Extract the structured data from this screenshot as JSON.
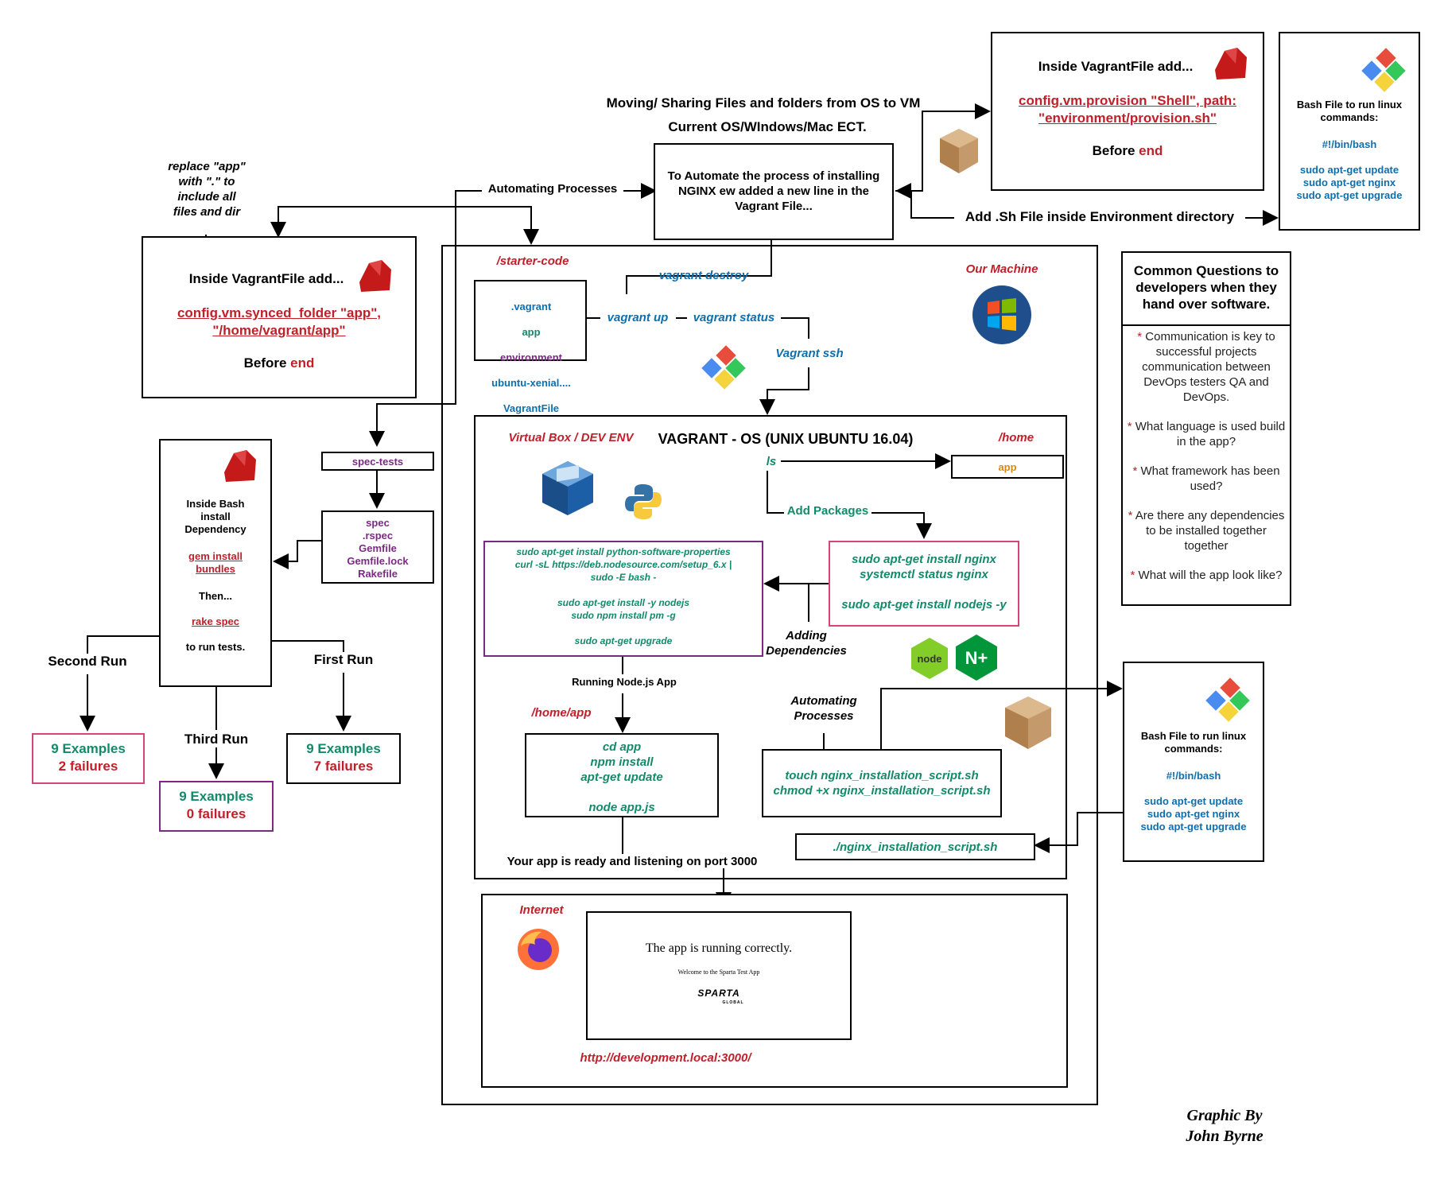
{
  "header": {
    "title_line1": "Moving/ Sharing Files and folders from OS to VM",
    "title_line2": "Current OS/WIndows/Mac ECT."
  },
  "automate_box": {
    "text": "To Automate the process of installing\nNGINX ew added a new line in the\nVagrant File..."
  },
  "automating_processes_label": "Automating Processes",
  "provision_box": {
    "heading": "Inside VagrantFile add...",
    "code": "config.vm.provision \"Shell\", path:\n\"environment/provision.sh\"",
    "footer_prefix": "Before ",
    "footer_keyword": "end"
  },
  "bash_top": {
    "heading": "Bash File to run linux\ncommands:",
    "shebang": "#!/bin/bash",
    "commands": "sudo apt-get update\nsudo apt-get nginx\nsudo apt-get upgrade"
  },
  "add_sh_label": "Add .Sh File inside Environment directory",
  "replace_note": "replace \"app\"\nwith \".\" to\ninclude all\nfiles and dir",
  "synced_box": {
    "heading": "Inside VagrantFile add...",
    "code": "config.vm.synced_folder \"app\",\n\"/home/vagrant/app\"",
    "footer_prefix": "Before ",
    "footer_keyword": "end"
  },
  "machine": {
    "starter_code": "/starter-code",
    "our_machine": "Our Machine",
    "files": [
      ".vagrant",
      "app",
      "environment",
      "ubuntu-xenial....",
      "VagrantFile"
    ],
    "vagrant_destroy": "vagrant destroy",
    "vagrant_up": "vagrant up",
    "vagrant_status": "vagrant status",
    "vagrant_ssh": "Vagrant ssh"
  },
  "questions": {
    "title": "Common Questions to\ndevelopers when they\nhand over software.",
    "items": [
      "Communication is key to successful projects communication between DevOps testers QA and DevOps.",
      "What language is used build in the app?",
      "What framework has been used?",
      "Are there any dependencies to be installed together together",
      "What will the app look like?"
    ],
    "bullet": "*"
  },
  "tests": {
    "spec_tests": "spec-tests",
    "spec_files": "spec\n.rspec\nGemfile\nGemfile.lock\nRakefile",
    "bash_dep_heading": "Inside Bash\ninstall\nDependency",
    "gem_install": "gem install\nbundles",
    "then": "Then...",
    "rake_spec": "rake spec",
    "to_run": "to run tests.",
    "second_run": "Second Run",
    "third_run": "Third Run",
    "first_run": "First Run",
    "second_result": {
      "examples": "9 Examples",
      "failures": "2 failures"
    },
    "third_result": {
      "examples": "9 Examples",
      "failures": "0 failures"
    },
    "first_result": {
      "examples": "9 Examples",
      "failures": "7 failures"
    }
  },
  "vm": {
    "virtual_box": "Virtual Box / DEV ENV",
    "title": "VAGRANT - OS (UNIX UBUNTU 16.04)",
    "home": "/home",
    "ls": "ls",
    "app": "app",
    "add_packages": "Add Packages",
    "nginx_box": "sudo apt-get install nginx\nsystemctl status nginx\n\nsudo apt-get install nodejs -y",
    "python_box": "sudo apt-get install python-software-properties\ncurl -sL https://deb.nodesource.com/setup_6.x |\nsudo -E bash -\n\nsudo apt-get install -y nodejs\nsudo npm install pm -g\n\nsudo apt-get upgrade",
    "adding_dependencies": "Adding\nDependencies",
    "running_node": "Running Node.js App",
    "home_app": "/home/app",
    "app_box": "cd app\nnpm install\napt-get update\n\nnode app.js",
    "automating_processes": "Automating\nProcesses",
    "script_box": "touch nginx_installation_script.sh\nchmod +x nginx_installation_script.sh",
    "run_script": "./nginx_installation_script.sh",
    "ready": "Your app is ready and listening on port 3000"
  },
  "bash_right": {
    "heading": "Bash File to run linux\ncommands:",
    "shebang": "#!/bin/bash",
    "commands": "sudo apt-get update\nsudo apt-get nginx\nsudo apt-get upgrade"
  },
  "internet": {
    "label": "Internet",
    "browser_title": "The app is running correctly.",
    "browser_sub": "Welcome to the Sparta Test App",
    "logo_text": "SPARTA",
    "logo_sub": "GLOBAL",
    "url": "http://development.local:3000/"
  },
  "credit": "Graphic By\nJohn Byrne"
}
